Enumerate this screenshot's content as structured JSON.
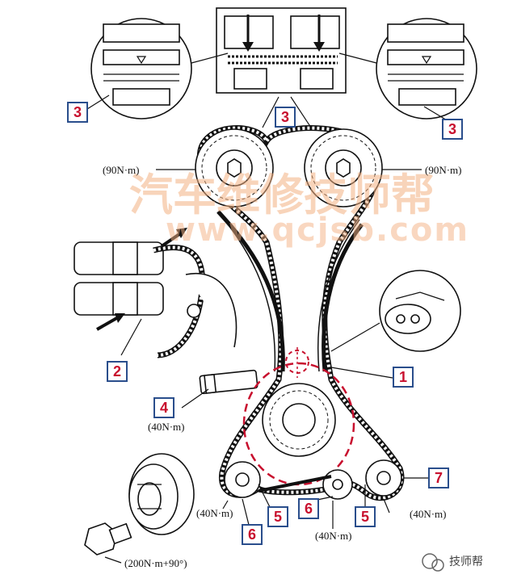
{
  "watermark": {
    "title_cn": "汽车维修技师帮",
    "url": "www.qcjsb.com"
  },
  "brand": {
    "label": "技师帮"
  },
  "callouts": [
    {
      "id": "c3_left",
      "number": "3"
    },
    {
      "id": "c3_mid",
      "number": "3"
    },
    {
      "id": "c3_right",
      "number": "3"
    },
    {
      "id": "c1",
      "number": "1"
    },
    {
      "id": "c2",
      "number": "2"
    },
    {
      "id": "c4",
      "number": "4"
    },
    {
      "id": "c7",
      "number": "7"
    },
    {
      "id": "c5_left",
      "number": "5"
    },
    {
      "id": "c5_right",
      "number": "5"
    },
    {
      "id": "c6_left",
      "number": "6"
    },
    {
      "id": "c6_mid",
      "number": "6"
    }
  ],
  "torques": {
    "cam_left": "(90N·m)",
    "cam_right": "(90N·m)",
    "tensioner": "(40N·m)",
    "guide_left": "(40N·m)",
    "guide_mid": "(40N·m)",
    "guide_right": "(40N·m)",
    "crank_bolt": "(200N·m+90°)"
  },
  "colors": {
    "callout_border": "#2a4e8c",
    "callout_number": "#c8102e",
    "highlight_circle": "#c8102e",
    "watermark": "#f4b183"
  }
}
